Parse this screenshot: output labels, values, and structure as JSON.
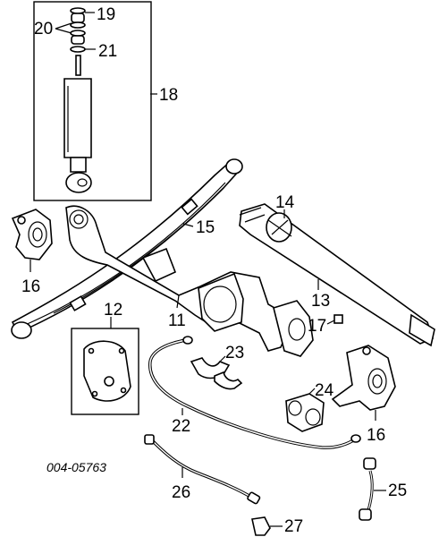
{
  "callouts": {
    "c19": "19",
    "c20": "20",
    "c21": "21",
    "c18": "18",
    "c14": "14",
    "c15": "15",
    "c16a": "16",
    "c12": "12",
    "c11": "11",
    "c13": "13",
    "c17": "17",
    "c23": "23",
    "c24": "24",
    "c22": "22",
    "c16b": "16",
    "c26": "26",
    "c25": "25",
    "c27": "27"
  },
  "diagram_code": "004-05763"
}
